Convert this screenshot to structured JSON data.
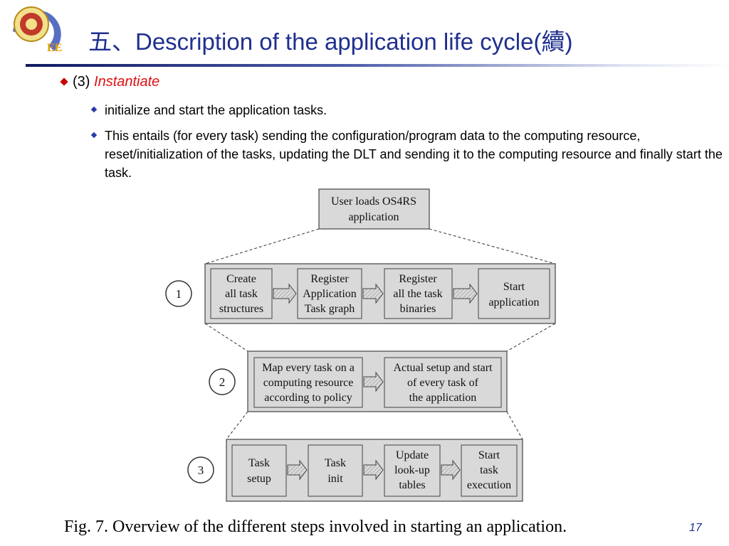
{
  "title": "五、Description of the application life cycle(續)",
  "bullet": {
    "number": "(3)",
    "emphasis": "Instantiate"
  },
  "subbullets": [
    "initialize and start the application tasks.",
    "This entails (for every task) sending the configuration/program data to the computing resource, reset/initialization of the tasks, updating the DLT and sending it to the computing resource and finally start the task."
  ],
  "figure": {
    "top_box": [
      "User loads OS4RS",
      "application"
    ],
    "stages": [
      {
        "number": "1",
        "boxes": [
          [
            "Create",
            "all task",
            "structures"
          ],
          [
            "Register",
            "Application",
            "Task graph"
          ],
          [
            "Register",
            "all the task",
            "binaries"
          ],
          [
            "Start",
            "application"
          ]
        ]
      },
      {
        "number": "2",
        "boxes": [
          [
            "Map every task on a",
            "computing resource",
            "according to policy"
          ],
          [
            "Actual setup and start",
            "of every task of",
            "the application"
          ]
        ]
      },
      {
        "number": "3",
        "boxes": [
          [
            "Task",
            "setup"
          ],
          [
            "Task",
            "init"
          ],
          [
            "Update",
            "look-up",
            "tables"
          ],
          [
            "Start",
            "task",
            "execution"
          ]
        ]
      }
    ],
    "caption": "Fig. 7.  Overview of the different steps involved in starting an application."
  },
  "page_number": "17",
  "logo_text": "EE",
  "colors": {
    "title": "#1f2f8f",
    "emphasis": "#e01010",
    "bullet_l1": "#c80000",
    "bullet_l2": "#2a3aa8",
    "box_fill": "#d9d9d9"
  }
}
